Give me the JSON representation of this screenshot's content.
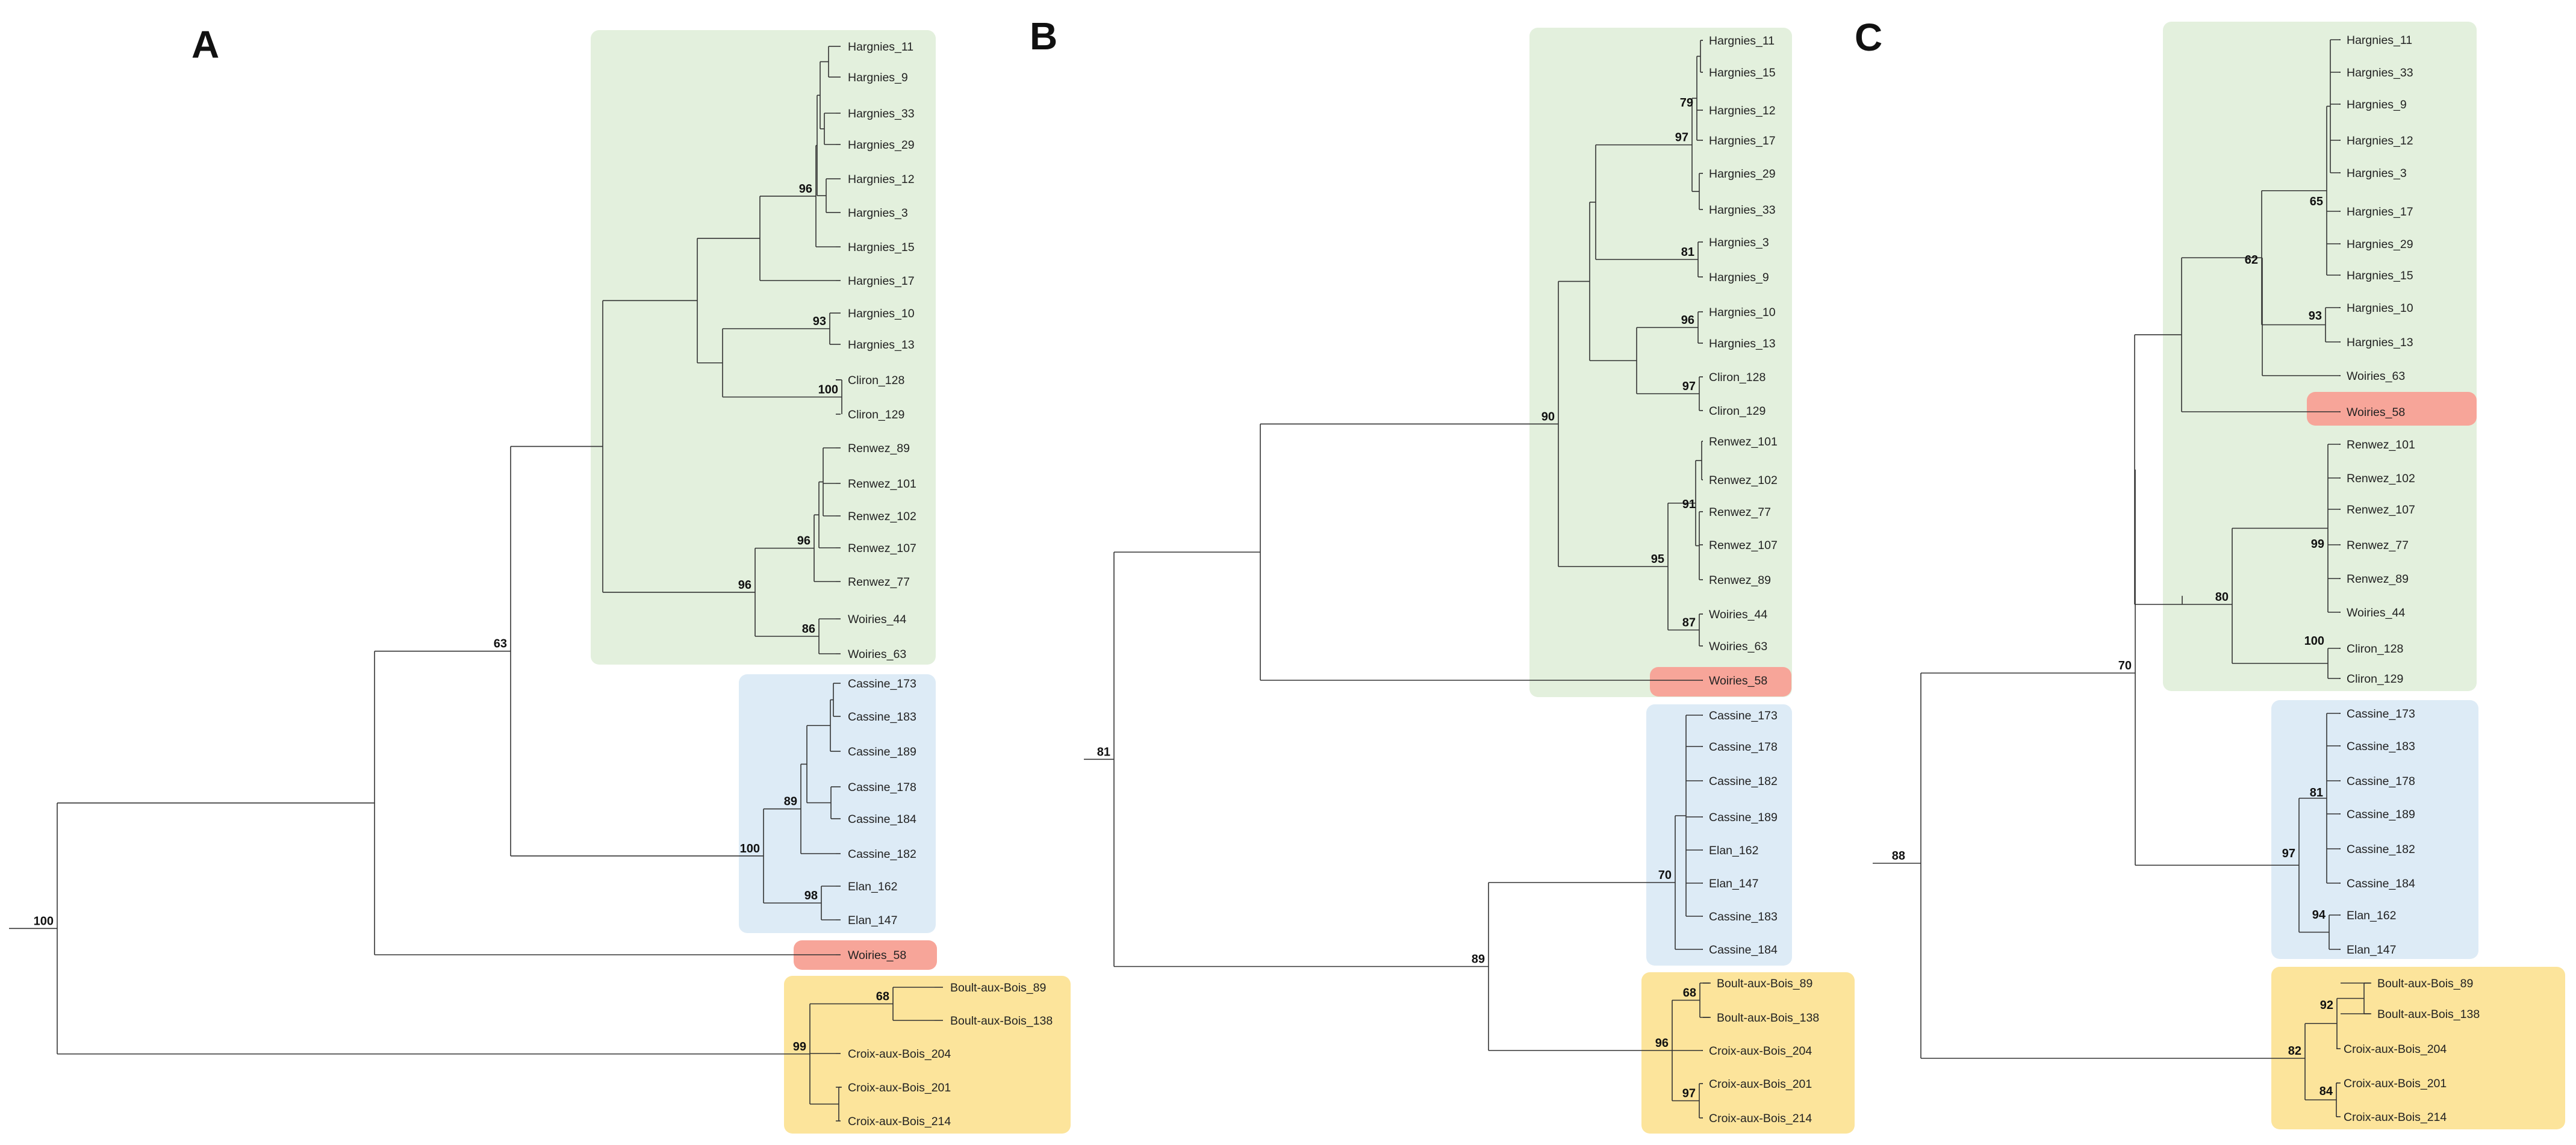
{
  "colors": {
    "green": "#e3f0dd",
    "blue": "#ddebf6",
    "yellow": "#fce49b",
    "red": "#f7a599",
    "branch": "#333333",
    "text": "#222222"
  },
  "panels": [
    {
      "letter": "A",
      "leaves": [
        "Hargnies_11",
        "Hargnies_9",
        "Hargnies_33",
        "Hargnies_29",
        "Hargnies_12",
        "Hargnies_3",
        "Hargnies_15",
        "Hargnies_17",
        "Hargnies_10",
        "Hargnies_13",
        "Cliron_128",
        "Cliron_129",
        "Renwez_89",
        "Renwez_101",
        "Renwez_102",
        "Renwez_107",
        "Renwez_77",
        "Woiries_44",
        "Woiries_63",
        "Cassine_173",
        "Cassine_183",
        "Cassine_189",
        "Cassine_178",
        "Cassine_184",
        "Cassine_182",
        "Elan_162",
        "Elan_147",
        "Woiries_58",
        "Boult-aux-Bois_89",
        "Boult-aux-Bois_138",
        "Croix-aux-Bois_204",
        "Croix-aux-Bois_201",
        "Croix-aux-Bois_214"
      ],
      "supports": [
        "96",
        "93",
        "100",
        "96",
        "86",
        "96",
        "63",
        "89",
        "98",
        "100",
        "68",
        "99",
        "100"
      ]
    },
    {
      "letter": "B",
      "leaves": [
        "Hargnies_11",
        "Hargnies_15",
        "Hargnies_12",
        "Hargnies_17",
        "Hargnies_29",
        "Hargnies_33",
        "Hargnies_3",
        "Hargnies_9",
        "Hargnies_10",
        "Hargnies_13",
        "Cliron_128",
        "Cliron_129",
        "Renwez_101",
        "Renwez_102",
        "Renwez_77",
        "Renwez_107",
        "Renwez_89",
        "Woiries_44",
        "Woiries_63",
        "Woiries_58",
        "Cassine_173",
        "Cassine_178",
        "Cassine_182",
        "Cassine_189",
        "Elan_162",
        "Elan_147",
        "Cassine_183",
        "Cassine_184",
        "Boult-aux-Bois_89",
        "Boult-aux-Bois_138",
        "Croix-aux-Bois_204",
        "Croix-aux-Bois_201",
        "Croix-aux-Bois_214"
      ],
      "supports": [
        "79",
        "97",
        "81",
        "96",
        "97",
        "90",
        "91",
        "95",
        "87",
        "70",
        "68",
        "96",
        "97",
        "89",
        "81"
      ]
    },
    {
      "letter": "C",
      "leaves": [
        "Hargnies_11",
        "Hargnies_33",
        "Hargnies_9",
        "Hargnies_12",
        "Hargnies_3",
        "Hargnies_17",
        "Hargnies_29",
        "Hargnies_15",
        "Hargnies_10",
        "Hargnies_13",
        "Woiries_63",
        "Woiries_58",
        "Renwez_101",
        "Renwez_102",
        "Renwez_107",
        "Renwez_77",
        "Renwez_89",
        "Woiries_44",
        "Cliron_128",
        "Cliron_129",
        "Cassine_173",
        "Cassine_183",
        "Cassine_178",
        "Cassine_189",
        "Cassine_182",
        "Cassine_184",
        "Elan_162",
        "Elan_147",
        "Boult-aux-Bois_89",
        "Boult-aux-Bois_138",
        "Croix-aux-Bois_204",
        "Croix-aux-Bois_201",
        "Croix-aux-Bois_214"
      ],
      "supports": [
        "65",
        "93",
        "62",
        "99",
        "80",
        "100",
        "81",
        "94",
        "97",
        "92",
        "84",
        "82",
        "70",
        "88"
      ]
    }
  ]
}
